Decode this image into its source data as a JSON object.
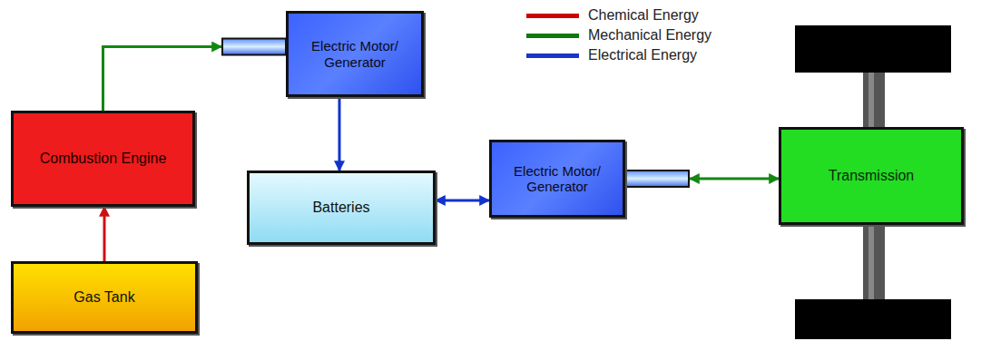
{
  "diagram": {
    "nodes": [
      {
        "text": [
          "Electric Motor/ Generator"
        ]
      },
      {
        "text": [
          "Combustion Engine"
        ]
      },
      {
        "text": [
          "Batteries"
        ]
      },
      {
        "text": [
          "Electric Motor/ Generator"
        ]
      },
      {
        "text": [
          "Transmission"
        ]
      },
      {
        "text": [
          "Gas Tank"
        ]
      }
    ],
    "edges": [
      {
        "from": 5,
        "to": 1,
        "arrow": "to"
      },
      {
        "from": 1,
        "to": 0,
        "arrow": "to"
      },
      {
        "from": 0,
        "to": 2,
        "arrow": "to"
      },
      {
        "from": 2,
        "to": 3,
        "arrow": "both"
      },
      {
        "from": 3,
        "to": 4,
        "arrow": "both"
      }
    ],
    "legend": [
      {
        "text": "Chemical Energy",
        "color": "#cc0000"
      },
      {
        "text": "Mechanical Energy",
        "color": "#0a7a0a"
      },
      {
        "text": "Electrical Energy",
        "color": "#1a35c8"
      }
    ]
  }
}
